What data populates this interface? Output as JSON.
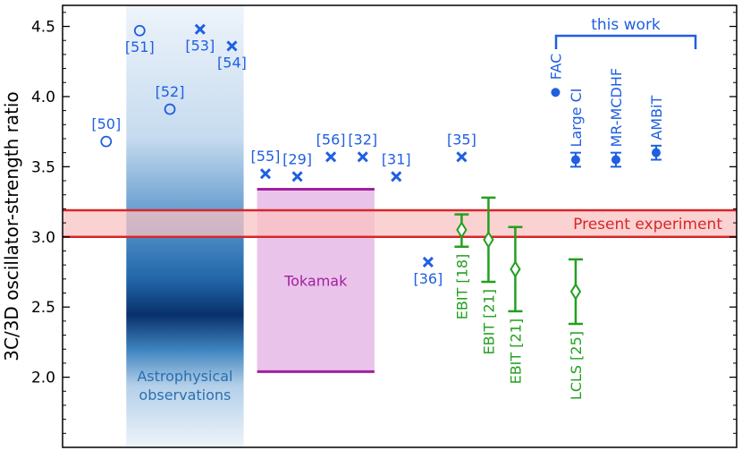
{
  "chart_data": {
    "type": "scatter",
    "ylabel": "3C/3D oscillator-strength ratio",
    "ylim": [
      1.5,
      4.65
    ],
    "yticks": [
      2.0,
      2.5,
      3.0,
      3.5,
      4.0,
      4.5
    ],
    "ytick_labels": [
      "2.0",
      "2.5",
      "3.0",
      "3.5",
      "4.0",
      "4.5"
    ],
    "grid": false,
    "colors": {
      "theory": "#1f5fe0",
      "ebit": "#22a01e",
      "experiment_band_fill": "#f9c3c3",
      "experiment_band_line": "#d62728",
      "tokamak_fill": "#e6b8e6",
      "tokamak_line": "#a020a0",
      "astro_dark": "#08306b",
      "astro_label": "#2a6fb0"
    },
    "bands": [
      {
        "label": "Present experiment",
        "y_low": 3.0,
        "y_high": 3.19
      },
      {
        "label": "Tokamak",
        "x_low": 4.5,
        "x_high": 8.0,
        "y_low": 2.04,
        "y_high": 3.34
      },
      {
        "label_lines": [
          "Astrophysical",
          "observations"
        ],
        "x_low": 0.6,
        "x_high": 4.1,
        "y_low": 1.5,
        "y_high": 4.65
      }
    ],
    "points": [
      {
        "label": "[50]",
        "x": 0.0,
        "y": 3.68,
        "marker": "circle",
        "label_pos": "above"
      },
      {
        "label": "[51]",
        "x": 1.0,
        "y": 4.47,
        "marker": "circle",
        "label_pos": "below"
      },
      {
        "label": "[52]",
        "x": 1.9,
        "y": 3.91,
        "marker": "circle",
        "label_pos": "above"
      },
      {
        "label": "[53]",
        "x": 2.8,
        "y": 4.48,
        "marker": "x",
        "label_pos": "below"
      },
      {
        "label": "[54]",
        "x": 3.75,
        "y": 4.36,
        "marker": "x",
        "label_pos": "below"
      },
      {
        "label": "[55]",
        "x": 4.75,
        "y": 3.45,
        "marker": "x",
        "label_pos": "above"
      },
      {
        "label": "[29]",
        "x": 5.7,
        "y": 3.43,
        "marker": "x",
        "label_pos": "above"
      },
      {
        "label": "[56]",
        "x": 6.7,
        "y": 3.57,
        "marker": "x",
        "label_pos": "above"
      },
      {
        "label": "[32]",
        "x": 7.65,
        "y": 3.57,
        "marker": "x",
        "label_pos": "above"
      },
      {
        "label": "[31]",
        "x": 8.65,
        "y": 3.43,
        "marker": "x",
        "label_pos": "above"
      },
      {
        "label": "[36]",
        "x": 9.6,
        "y": 2.82,
        "marker": "x",
        "label_pos": "below"
      },
      {
        "label": "[35]",
        "x": 10.6,
        "y": 3.57,
        "marker": "x",
        "label_pos": "above"
      }
    ],
    "ebit_points": [
      {
        "label": "EBIT [18]",
        "x": 10.6,
        "y": 3.05,
        "err_low": 2.93,
        "err_high": 3.16
      },
      {
        "label": "EBIT [21]",
        "x": 11.4,
        "y": 2.98,
        "err_low": 2.68,
        "err_high": 3.28
      },
      {
        "label": "EBIT [21]",
        "x": 12.2,
        "y": 2.77,
        "err_low": 2.47,
        "err_high": 3.07
      },
      {
        "label": "LCLS [25]",
        "x": 14.0,
        "y": 2.61,
        "err_low": 2.38,
        "err_high": 2.84
      }
    ],
    "this_work": {
      "bracket_label": "this work",
      "points": [
        {
          "label": "FAC",
          "x": 13.4,
          "y": 4.03
        },
        {
          "label": "Large CI",
          "x": 14.0,
          "y": 3.55,
          "err_low": 3.5,
          "err_high": 3.6
        },
        {
          "label": "MR-MCDHF",
          "x": 15.2,
          "y": 3.55,
          "err_low": 3.5,
          "err_high": 3.6
        },
        {
          "label": "AMBiT",
          "x": 16.4,
          "y": 3.6,
          "err_low": 3.55,
          "err_high": 3.65
        }
      ]
    }
  }
}
